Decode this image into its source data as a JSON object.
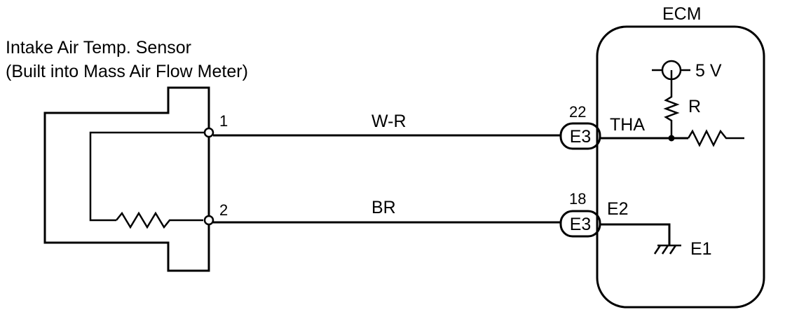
{
  "sensor": {
    "title_line1": "Intake Air Temp. Sensor",
    "title_line2": "(Built into Mass Air Flow Meter)",
    "pin1": "1",
    "pin2": "2"
  },
  "wires": {
    "top_color": "W-R",
    "bottom_color": "BR"
  },
  "connectors": {
    "top_number": "22",
    "top_label": "E3",
    "bottom_number": "18",
    "bottom_label": "E3"
  },
  "ecm": {
    "title": "ECM",
    "supply": "5 V",
    "resistor": "R",
    "tha": "THA",
    "e2": "E2",
    "e1": "E1"
  }
}
